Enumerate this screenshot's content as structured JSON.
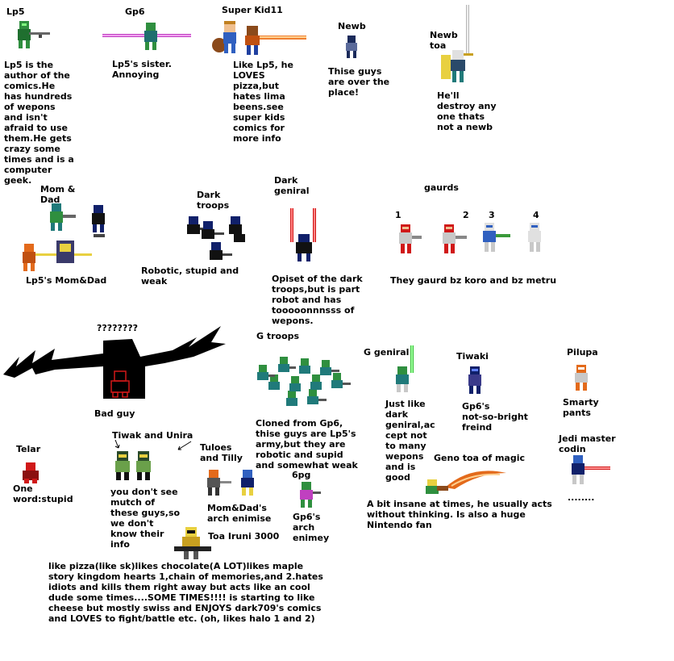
{
  "characters": {
    "lp5": {
      "name": "Lp5",
      "desc": "Lp5 is the\nauthor of the\ncomics.He\nhas hundreds\nof wepons\nand isn't\nafraid to use\nthem.He gets\ncrazy some\ntimes and is a\ncomputer\ngeek."
    },
    "gp6": {
      "name": "Gp6",
      "desc": "Lp5's sister.\nAnnoying"
    },
    "superkid": {
      "name": "Super Kid11",
      "desc": "Like Lp5, he\nLOVES\npizza,but\nhates lima\nbeens.see\nsuper kids\ncomics for\nmore info"
    },
    "newb": {
      "name": "Newb",
      "desc": "Thise guys\nare over the\nplace!"
    },
    "newbtoa": {
      "name": "Newb\ntoa",
      "desc": "He'll\ndestroy any\none thats\nnot a newb"
    },
    "momdad": {
      "name": "Mom &\nDad",
      "desc": "Lp5's Mom&Dad"
    },
    "darktroops": {
      "name": "Dark\ntroops",
      "desc": "Robotic, stupid and\nweak"
    },
    "darkgeniral": {
      "name": "Dark\ngeniral",
      "desc": "Opiset of the dark\ntroops,but is part\nrobot and has\ntooooonnnsss of\nwepons."
    },
    "gaurds": {
      "name": "gaurds",
      "desc": "They gaurd bz koro and bz metru",
      "numbers": [
        "1",
        "2",
        "3",
        "4"
      ]
    },
    "badguy": {
      "name": "????????",
      "desc": "Bad guy"
    },
    "gtroops": {
      "name": "G troops",
      "desc": "Cloned from Gp6,\nthise guys are Lp5's\narmy,but they are\nrobotic and supid\nand somewhat weak"
    },
    "ggeniral": {
      "name": "G geniral",
      "desc": "Just like\ndark\ngeniral,ac\ncept not\nto many\nwepons\nand is\ngood"
    },
    "tiwaki": {
      "name": "Tiwaki",
      "desc": "Gp6's\nnot-so-bright\nfreind"
    },
    "pilupa": {
      "name": "Pilupa",
      "desc": "Smarty\npants"
    },
    "jedi": {
      "name": "Jedi master\ncodin",
      "desc": "........"
    },
    "telar": {
      "name": "Telar",
      "desc": "One\nword:stupid"
    },
    "tiwak": {
      "name": "Tiwak and Unira",
      "desc": "you don't see\nmutch of\nthese guys,so\nwe don't\nknow their\ninfo"
    },
    "tuloes": {
      "name": "Tuloes\nand Tilly",
      "desc": "Mom&Dad's\narch enimise"
    },
    "sixpg": {
      "name": "6pg",
      "desc": "Gp6's\narch\nenimey"
    },
    "geno": {
      "name": "Geno toa of magic",
      "desc": "A bit insane at times, he usually acts\nwithout thinking. Is also a huge\nNintendo fan"
    },
    "iruni": {
      "name": "Toa Iruni 3000",
      "desc": "like pizza(like sk)likes chocolate(A LOT)likes maple\nstory kingdom hearts 1,chain of memories,and 2.hates\nidiots and kills them right away but acts like an cool\ndude some times....SOME TIMES!!!! is starting to like\ncheese but mostly swiss and ENJOYS dark709's comics\nand LOVES to fight/battle etc. (oh, likes halo 1 and 2)"
    }
  },
  "icons": [
    "green-robot",
    "pink-laser-saber",
    "kid-with-sword",
    "blue-robot",
    "toa-with-sword",
    "dark-trooper",
    "red-saber-general",
    "gaurd-robot",
    "black-shadow-monster",
    "green-clone-trooper",
    "red-robot"
  ],
  "colors": {
    "green": "#2f8f3f",
    "darkblue": "#10206a",
    "black": "#111111",
    "orange": "#e36a1b",
    "red": "#d01818",
    "pink": "#c040c0",
    "grey": "#b8b8b8",
    "yellow": "#e8d040"
  }
}
